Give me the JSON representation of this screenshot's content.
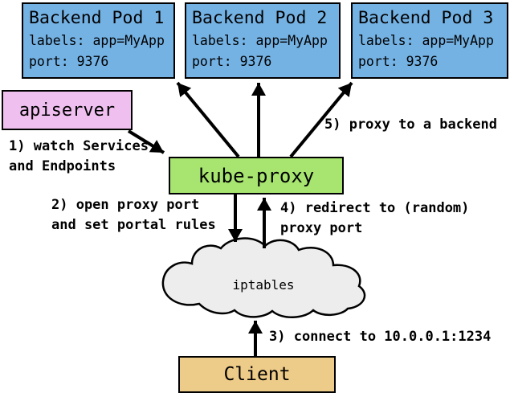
{
  "nodes": {
    "pods": [
      {
        "title": "Backend Pod 1",
        "labels": "labels: app=MyApp",
        "port": "port: 9376"
      },
      {
        "title": "Backend Pod 2",
        "labels": "labels: app=MyApp",
        "port": "port: 9376"
      },
      {
        "title": "Backend Pod 3",
        "labels": "labels: app=MyApp",
        "port": "port: 9376"
      }
    ],
    "apiserver": {
      "label": "apiserver"
    },
    "kube_proxy": {
      "label": "kube-proxy"
    },
    "iptables": {
      "label": "iptables"
    },
    "client": {
      "label": "Client"
    }
  },
  "steps": {
    "s1": {
      "line1": "1) watch Services",
      "line2": "and Endpoints"
    },
    "s2": {
      "line1": "2) open proxy port",
      "line2": "and set portal rules"
    },
    "s3": {
      "line1": "3) connect to 10.0.0.1:1234"
    },
    "s4": {
      "line1": "4) redirect to (random)",
      "line2": "proxy port"
    },
    "s5": {
      "line1": "5) proxy to a backend"
    }
  },
  "colors": {
    "pod_fill": "#74B2E4",
    "apiserver_fill": "#EFC0EF",
    "kube_proxy_fill": "#A7E570",
    "client_fill": "#EDCB88",
    "cloud_fill": "#EDEDED",
    "arrow_stroke": "#000000",
    "background": "#FFFFFF"
  }
}
